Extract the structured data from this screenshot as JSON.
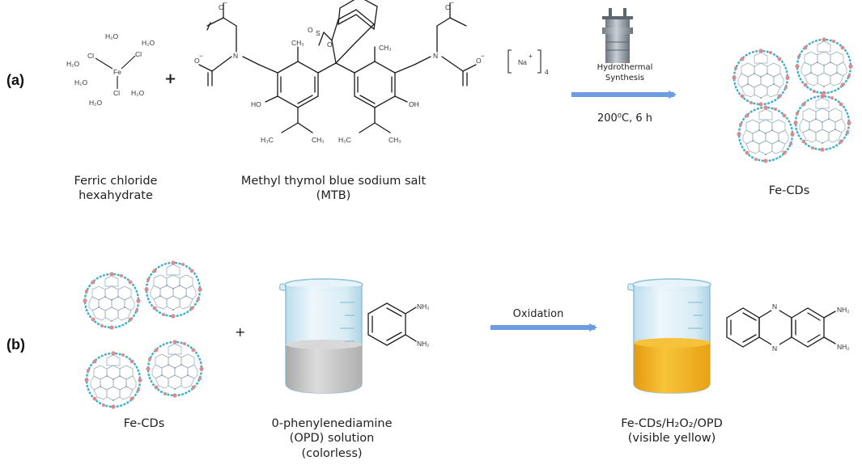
{
  "colors": {
    "arrow": "#6d9de0",
    "cd_outline": "#3eaec9",
    "cd_lattice": "#8da7b8",
    "cd_dot": "#d98c8c",
    "liquid_gray": "#c8c8c8",
    "liquid_yellow": "#f2b01e",
    "glass": "#cfe6f2"
  },
  "panel_a": {
    "label": "(a)",
    "fecl3": {
      "caption_line1": "Ferric chloride",
      "caption_line2": "hexahydrate",
      "water": "H₂O",
      "fe": "Fe",
      "cl": "Cl"
    },
    "plus": "+",
    "mtb": {
      "caption_line1": "Methyl thymol blue sodium salt",
      "caption_line2": "(MTB)",
      "o_minus": "O",
      "minus": "−",
      "n": "N",
      "oh": "HO",
      "oh_right": "OH",
      "ch3": "CH₃",
      "h3c": "H₃C",
      "s": "S",
      "o": "O",
      "na": "Na",
      "na_charge": "+",
      "subscript": "4"
    },
    "arrow": {
      "label_line1": "Hydrothermal",
      "label_line2": "Synthesis",
      "condition": "200⁰C, 6 h"
    },
    "product": {
      "caption": "Fe-CDs"
    }
  },
  "panel_b": {
    "label": "(b)",
    "reactant_caption": "Fe-CDs",
    "plus": "+",
    "opd": {
      "caption_line1": "0-phenylenediamine",
      "caption_line2": "(OPD) solution",
      "caption_line3": "(colorless)",
      "nh2": "NH₂"
    },
    "arrow": {
      "label": "Oxidation"
    },
    "product": {
      "caption_line1": "Fe-CDs/H₂O₂/OPD",
      "caption_line2": "(visible yellow)",
      "n": "N",
      "nh2": "NH₂"
    }
  }
}
